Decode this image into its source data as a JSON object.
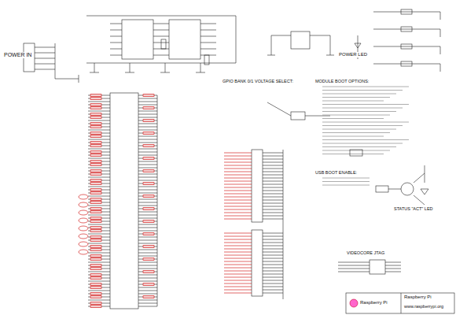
{
  "diagram": {
    "labels": [
      "POWER IN",
      "POWER LED",
      "GPIO BANK 0/1 VOLTAGE SELECT:",
      "MODULE BOOT OPTIONS:",
      "USB BOOT ENABLE:",
      "STATUS \"ACT\" LED",
      "VIDEOCORE JTAG",
      "Raspberry Pi",
      "Raspberry Pi",
      "www.raspberrypi.org"
    ]
  }
}
